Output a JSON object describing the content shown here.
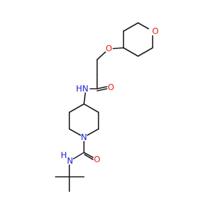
{
  "colors": {
    "bond": "#1a1a1a",
    "oxygen": "#e8201a",
    "nitrogen": "#2020d8",
    "carbon": "#1a1a1a",
    "background": "#ffffff"
  },
  "atoms": {
    "o_ring": "O",
    "o_ether": "O",
    "o_amide": "O",
    "n_amide": "N",
    "h_amide": "H",
    "n_pip": "N",
    "n_urea": "N",
    "h_urea": "H",
    "o_urea": "O"
  }
}
